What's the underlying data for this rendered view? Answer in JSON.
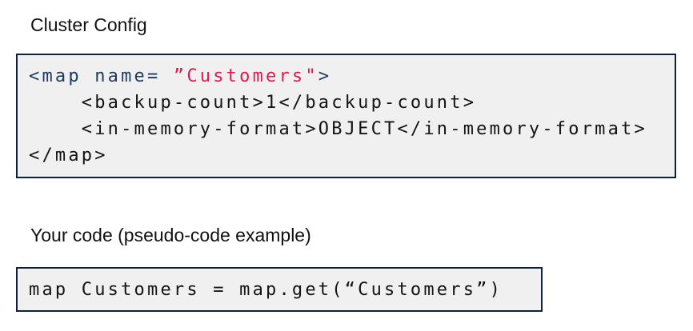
{
  "colors": {
    "navy": "#1e3c61",
    "red": "#e11a4e",
    "black": "#141414",
    "heading": "#111111",
    "box_background": "#f0f0f1",
    "box_border": "#0e2240",
    "page_background": "#ffffff"
  },
  "cluster_config": {
    "heading": "Cluster Config",
    "code_lines": [
      {
        "tokens": [
          {
            "text": "<map name= ",
            "color": "navy"
          },
          {
            "text": "”Customers\"",
            "color": "red"
          },
          {
            "text": ">",
            "color": "navy"
          }
        ]
      },
      {
        "tokens": [
          {
            "text": "    <backup-count>1</backup-count>",
            "color": "black"
          }
        ]
      },
      {
        "tokens": [
          {
            "text": "    <in-memory-format>OBJECT</in-memory-format>",
            "color": "black"
          }
        ]
      },
      {
        "tokens": [
          {
            "text": "</map>",
            "color": "black"
          }
        ]
      }
    ]
  },
  "your_code": {
    "heading": "Your code (pseudo-code example)",
    "code": "map Customers = map.get(“Customers”)"
  }
}
